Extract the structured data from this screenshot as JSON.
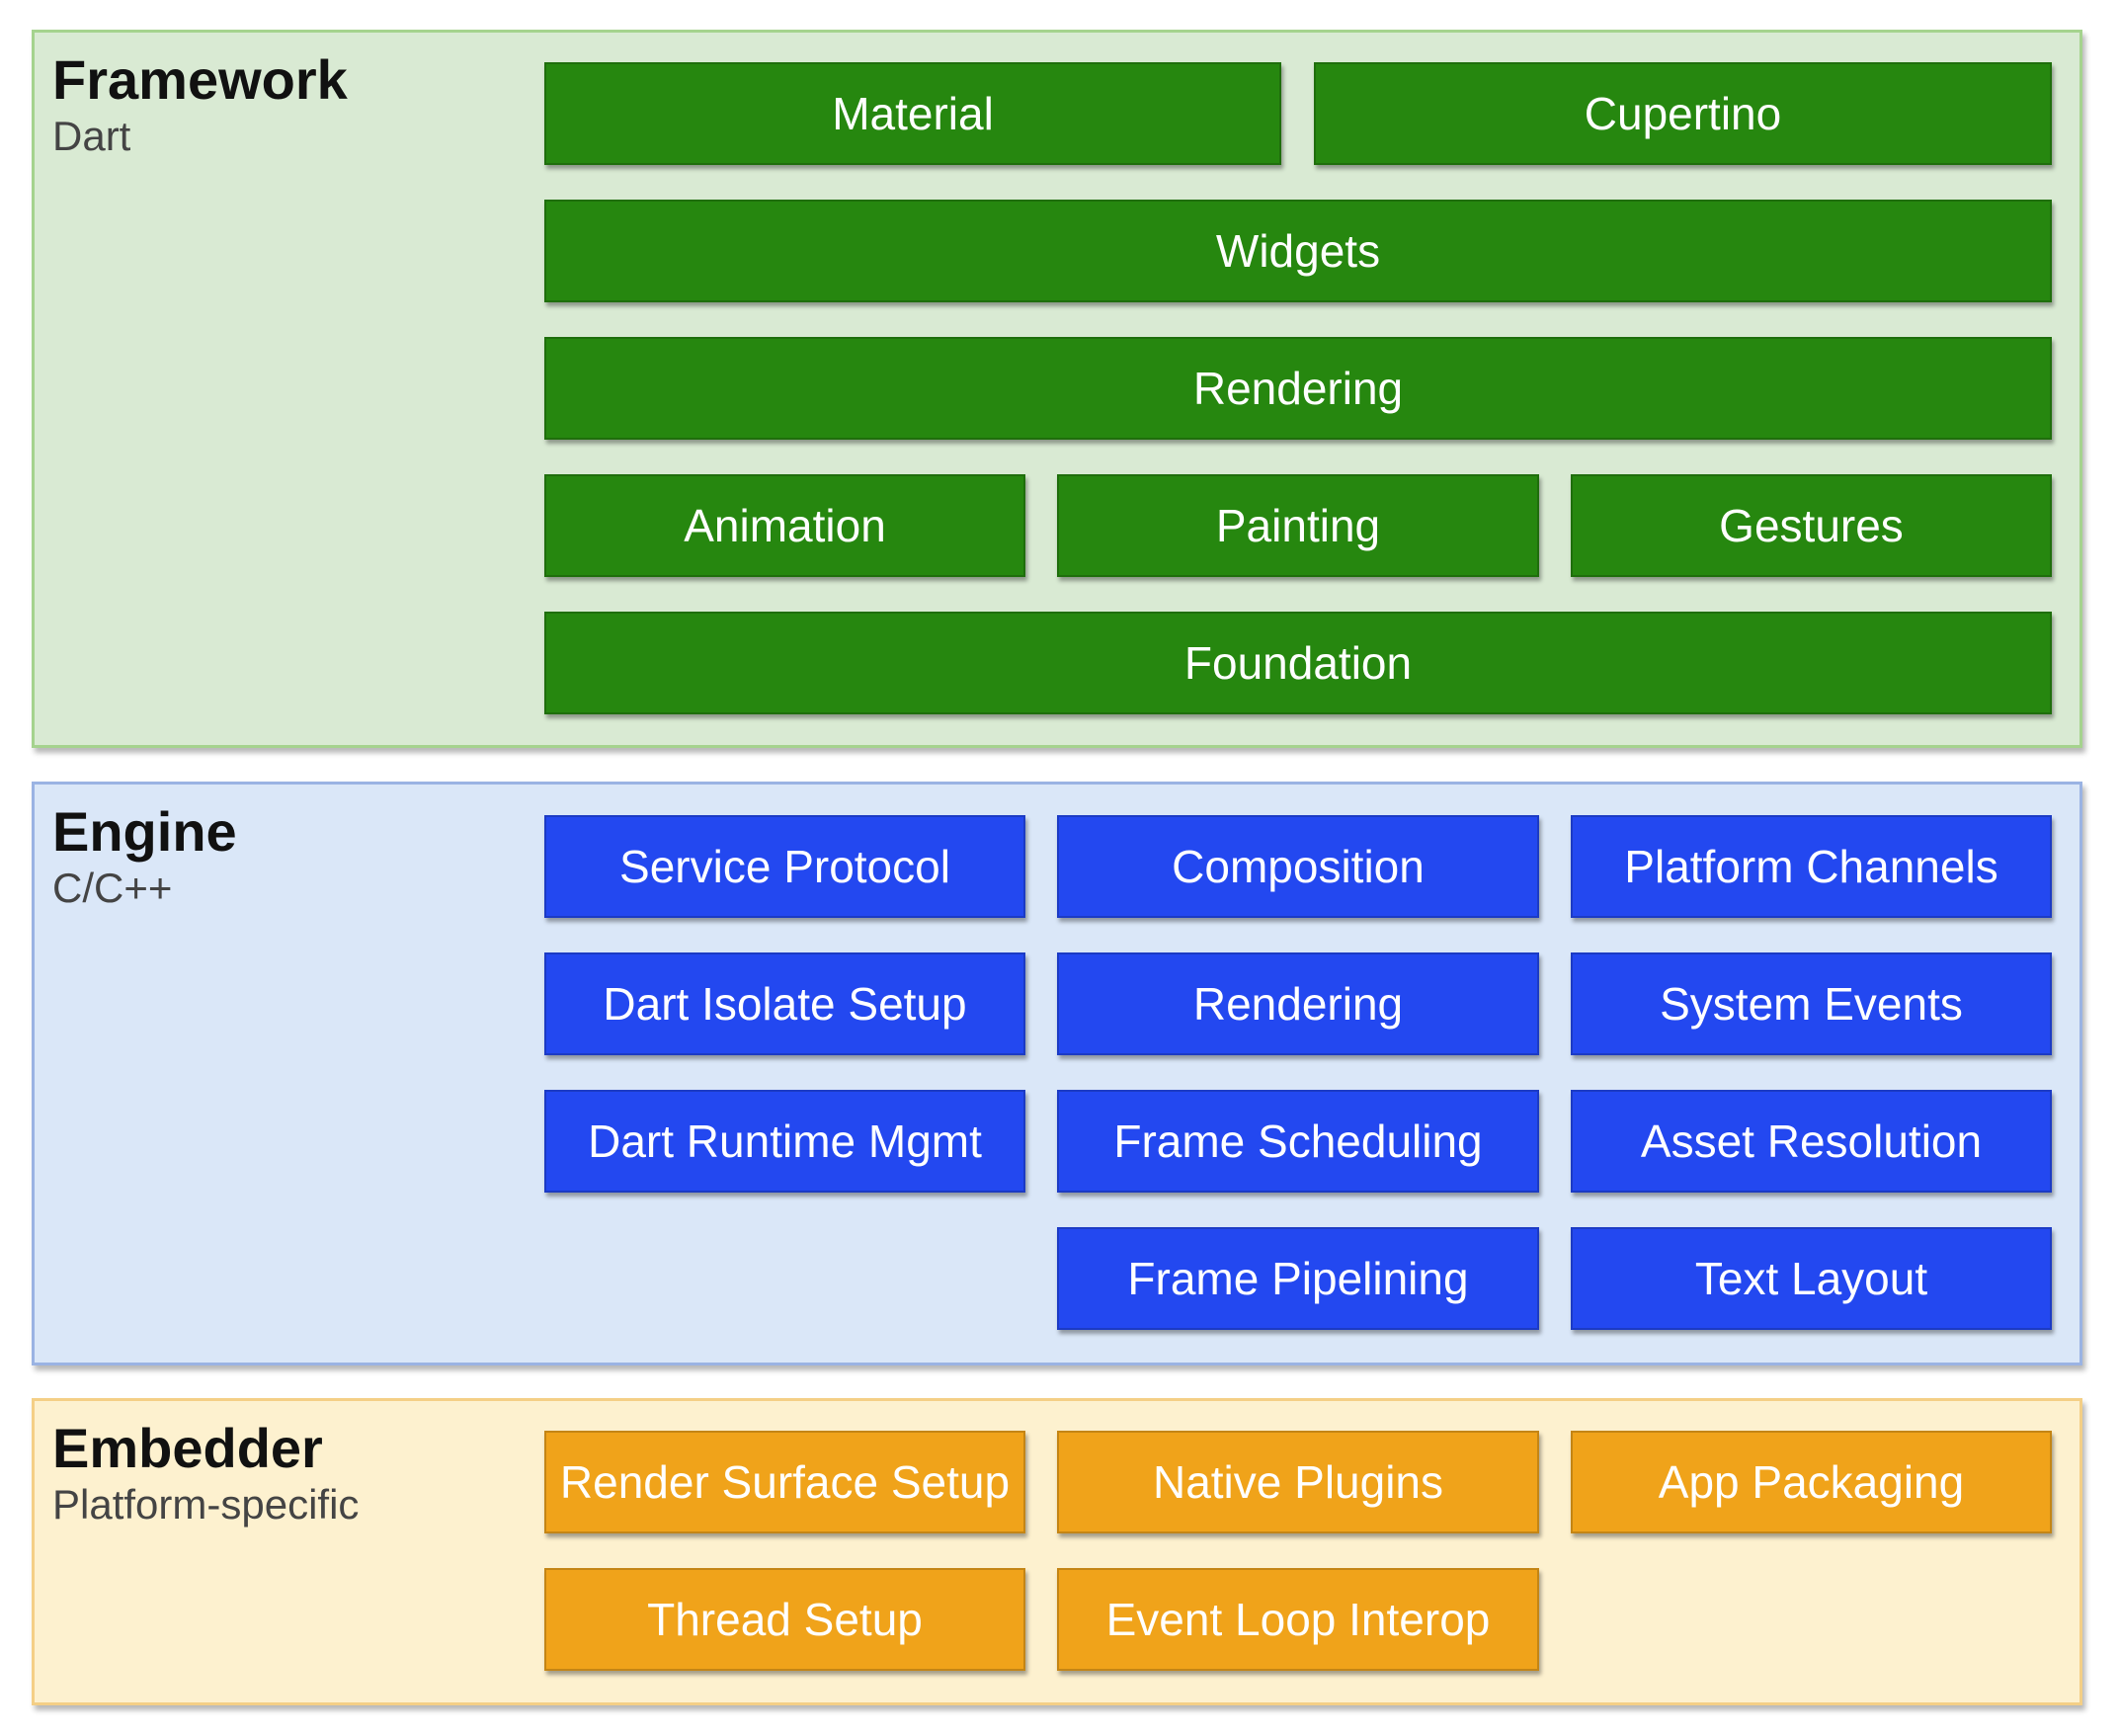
{
  "colors": {
    "framework_bg": "#d9ead3",
    "framework_box": "#26870f",
    "engine_bg": "#dae7f8",
    "engine_box": "#2348f0",
    "embedder_bg": "#fdf1cf",
    "embedder_box": "#f0a31a"
  },
  "framework": {
    "title": "Framework",
    "subtitle": "Dart",
    "boxes": [
      "Material",
      "Cupertino",
      "Widgets",
      "Rendering",
      "Animation",
      "Painting",
      "Gestures",
      "Foundation"
    ]
  },
  "engine": {
    "title": "Engine",
    "subtitle": "C/C++",
    "boxes": [
      "Service Protocol",
      "Composition",
      "Platform Channels",
      "Dart Isolate Setup",
      "Rendering",
      "System Events",
      "Dart Runtime Mgmt",
      "Frame Scheduling",
      "Asset Resolution",
      "Frame Pipelining",
      "Text Layout"
    ]
  },
  "embedder": {
    "title": "Embedder",
    "subtitle": "Platform-specific",
    "boxes": [
      "Render Surface Setup",
      "Native Plugins",
      "App Packaging",
      "Thread Setup",
      "Event Loop Interop"
    ]
  }
}
